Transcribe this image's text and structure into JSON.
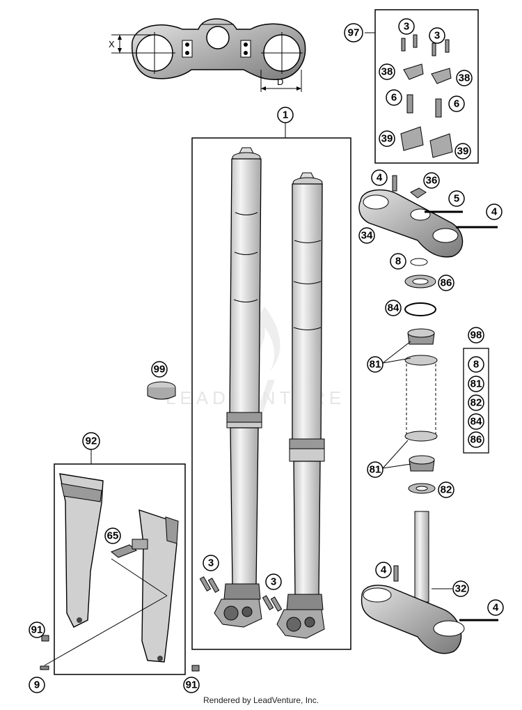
{
  "watermark": "LEADVENTURE",
  "footer": "Rendered by LeadVenture, Inc.",
  "dimensions": {
    "x_label": "X",
    "d_label": "D"
  },
  "callouts": {
    "c1": "1",
    "c97": "97",
    "c3a": "3",
    "c3b": "3",
    "c38a": "38",
    "c38b": "38",
    "c6a": "6",
    "c6b": "6",
    "c39a": "39",
    "c39b": "39",
    "c4a": "4",
    "c36": "36",
    "c5": "5",
    "c4b": "4",
    "c34": "34",
    "c8a": "8",
    "c86a": "86",
    "c84a": "84",
    "c98": "98",
    "c8b": "8",
    "c81b": "81",
    "c82b": "82",
    "c84b": "84",
    "c86b": "86",
    "c81a": "81",
    "c81c": "81",
    "c82a": "82",
    "c99": "99",
    "c92": "92",
    "c65": "65",
    "c3c": "3",
    "c3d": "3",
    "c4c": "4",
    "c32": "32",
    "c4d": "4",
    "c91a": "91",
    "c9": "9",
    "c91b": "91"
  }
}
